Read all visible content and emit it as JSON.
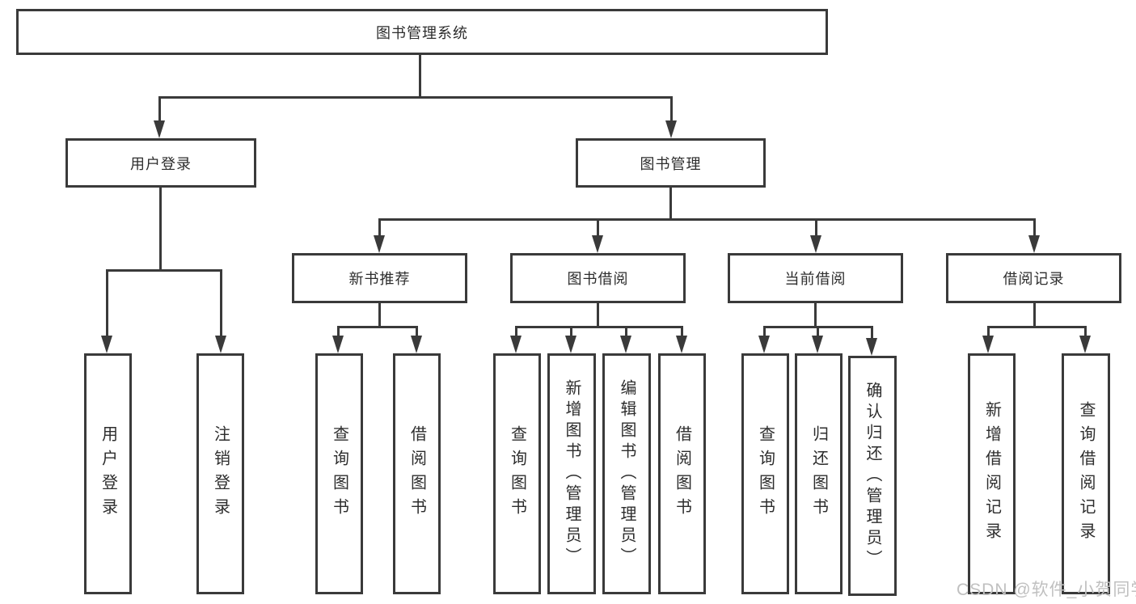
{
  "diagram": {
    "root": "图书管理系统",
    "user_login": {
      "label": "用户登录",
      "leaves": [
        "用户登录",
        "注销登录"
      ]
    },
    "book_mgmt": {
      "label": "图书管理",
      "groups": {
        "new_book": {
          "label": "新书推荐",
          "leaves": [
            "查询图书",
            "借阅图书"
          ]
        },
        "borrow": {
          "label": "图书借阅",
          "leaves": [
            "查询图书",
            "新增图书（管理员）",
            "编辑图书（管理员）",
            "借阅图书"
          ]
        },
        "current": {
          "label": "当前借阅",
          "leaves": [
            "查询图书",
            "归还图书",
            "确认归还（管理员）"
          ]
        },
        "records": {
          "label": "借阅记录",
          "leaves": [
            "新增借阅记录",
            "查询借阅记录"
          ]
        }
      }
    }
  },
  "watermark": {
    "text": "CSDN @软件_小贺同学",
    "color": "#c0c0c0"
  },
  "colors": {
    "line": "#3a3a3a",
    "text": "#2d2d2d",
    "background": "#ffffff"
  }
}
